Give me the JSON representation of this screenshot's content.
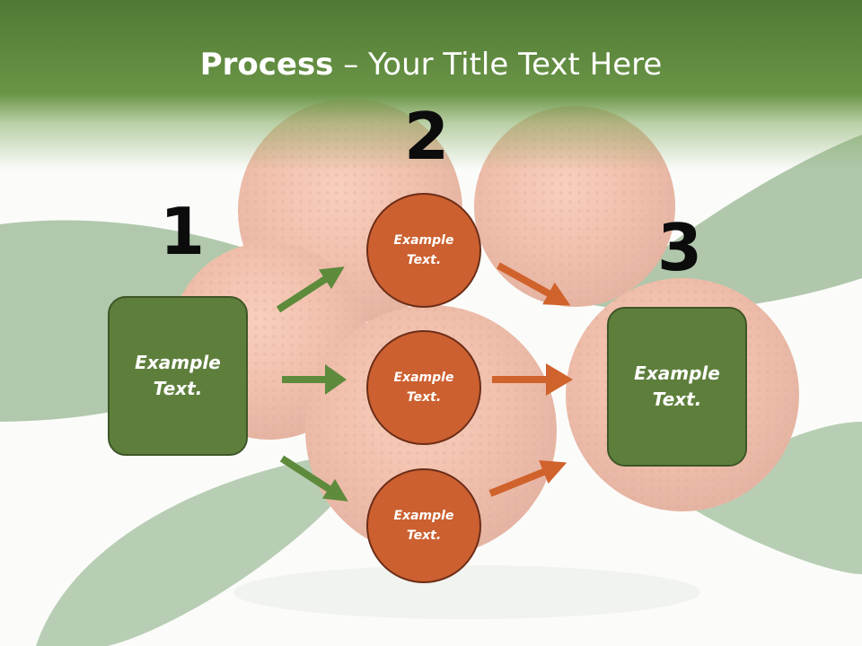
{
  "slide": {
    "title_bold": "Process",
    "title_rest": " – Your Title Text Here",
    "steps": [
      "1",
      "2",
      "3"
    ],
    "source_box": "Example Text.",
    "middle_circles": [
      "Example Text.",
      "Example Text.",
      "Example Text."
    ],
    "target_box": "Example Text."
  },
  "colors": {
    "header_green": "#5a8a3c",
    "box_green": "#5e7f3c",
    "circle_orange": "#cc6030",
    "arrow_green": "#5e8a3c",
    "arrow_orange": "#d0622c"
  },
  "background": {
    "subject": "strawberry-tree-fruit-photo"
  }
}
